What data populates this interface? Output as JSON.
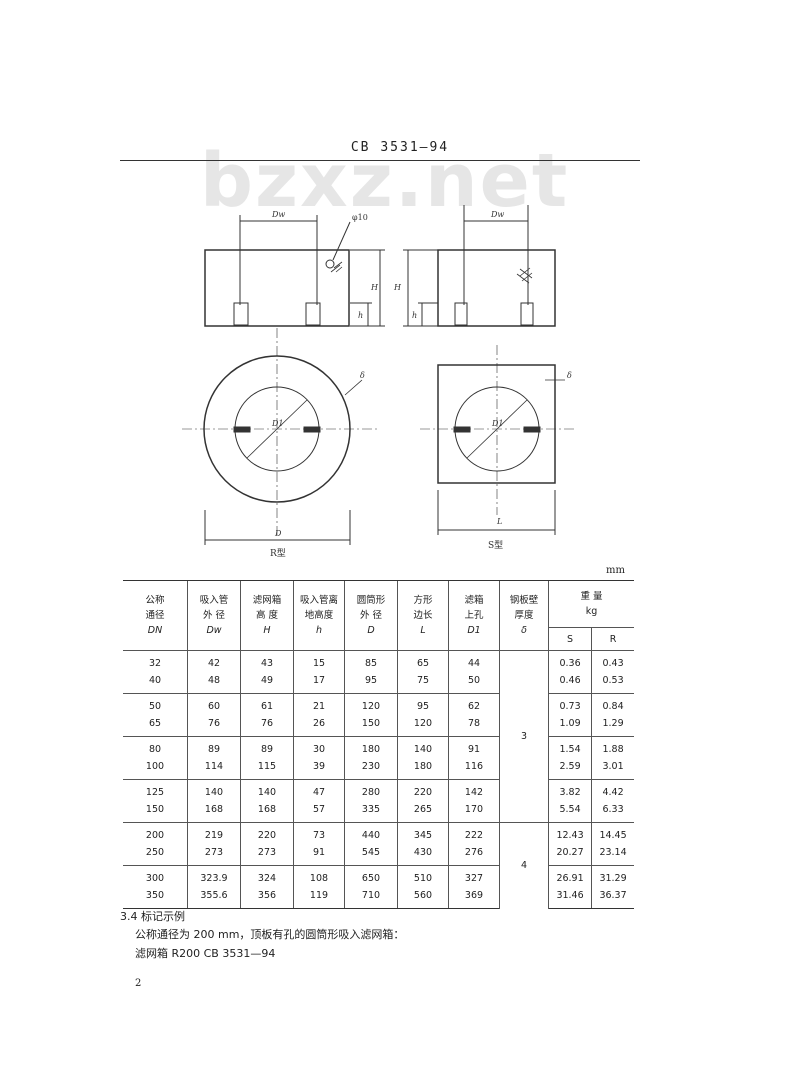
{
  "header": {
    "standard_no": "CB 3531—94",
    "watermark": "bzxz.net"
  },
  "drawing": {
    "dim_dw": "Dw",
    "dim_phi": "φ10",
    "dim_h_cap": "H",
    "dim_h_small": "h",
    "dim_delta": "δ",
    "dim_d1": "D1",
    "dim_d": "D",
    "dim_l": "L",
    "caption_r": "R型",
    "caption_s": "S型"
  },
  "table": {
    "unit": "mm",
    "headers": [
      [
        "公称",
        "通径",
        "DN"
      ],
      [
        "吸入管",
        "外 径",
        "Dw"
      ],
      [
        "滤网箱",
        "高 度",
        "H"
      ],
      [
        "吸入管离",
        "地高度",
        "h"
      ],
      [
        "圆筒形",
        "外 径",
        "D"
      ],
      [
        "方形",
        "边长",
        "L"
      ],
      [
        "滤箱",
        "上孔",
        "D1"
      ],
      [
        "钢板壁",
        "厚度",
        "δ"
      ]
    ],
    "weight_header": {
      "title": "重 量",
      "unit": "kg",
      "s": "S",
      "r": "R"
    },
    "groups": [
      {
        "dn": "32\n40",
        "dw": "42\n48",
        "hh": "43\n49",
        "h": "15\n17",
        "d": "85\n95",
        "l": "65\n75",
        "d1": "44\n50",
        "ws": "0.36\n0.46",
        "wr": "0.43\n0.53"
      },
      {
        "dn": "50\n65",
        "dw": "60\n76",
        "hh": "61\n76",
        "h": "21\n26",
        "d": "120\n150",
        "l": "95\n120",
        "d1": "62\n78",
        "ws": "0.73\n1.09",
        "wr": "0.84\n1.29"
      },
      {
        "dn": "80\n100",
        "dw": "89\n114",
        "hh": "89\n115",
        "h": "30\n39",
        "d": "180\n230",
        "l": "140\n180",
        "d1": "91\n116",
        "ws": "1.54\n2.59",
        "wr": "1.88\n3.01"
      },
      {
        "dn": "125\n150",
        "dw": "140\n168",
        "hh": "140\n168",
        "h": "47\n57",
        "d": "280\n335",
        "l": "220\n265",
        "d1": "142\n170",
        "ws": "3.82\n5.54",
        "wr": "4.42\n6.33"
      },
      {
        "dn": "200\n250",
        "dw": "219\n273",
        "hh": "220\n273",
        "h": "73\n91",
        "d": "440\n545",
        "l": "345\n430",
        "d1": "222\n276",
        "ws": "12.43\n20.27",
        "wr": "14.45\n23.14"
      },
      {
        "dn": "300\n350",
        "dw": "323.9\n355.6",
        "hh": "324\n356",
        "h": "108\n119",
        "d": "650\n710",
        "l": "510\n560",
        "d1": "327\n369",
        "ws": "26.91\n31.46",
        "wr": "31.29\n36.37"
      }
    ],
    "thickness_a": "3",
    "thickness_b": "4"
  },
  "section": {
    "heading": "3.4  标记示例",
    "line1": "公称通径为 200 mm，顶板有孔的圆筒形吸入滤网箱：",
    "line2": "滤网箱  R200  CB 3531—94"
  },
  "page_number": "2"
}
